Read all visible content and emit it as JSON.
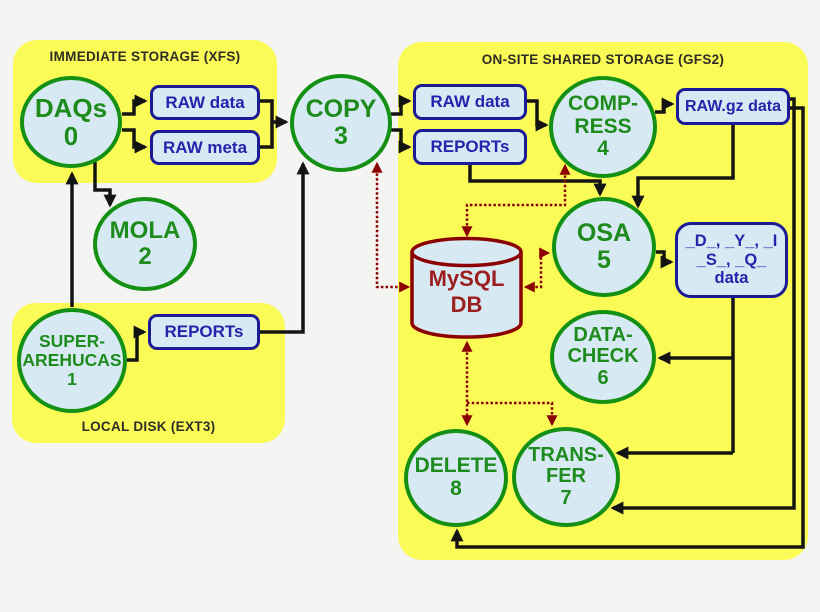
{
  "regions": {
    "immediate": {
      "label": "IMMEDIATE STORAGE (XFS)"
    },
    "local": {
      "label": "LOCAL DISK (EXT3)"
    },
    "onsite": {
      "label": "ON-SITE SHARED STORAGE (GFS2)"
    }
  },
  "nodes": {
    "daqs": {
      "line1": "DAQs",
      "number": "0"
    },
    "superarehucas": {
      "line1": "SUPER-",
      "line2": "AREHUCAS",
      "number": "1"
    },
    "mola": {
      "line1": "MOLA",
      "number": "2"
    },
    "copy": {
      "line1": "COPY",
      "number": "3"
    },
    "compress": {
      "line1": "COMP-",
      "line2": "RESS",
      "number": "4"
    },
    "osa": {
      "line1": "OSA",
      "number": "5"
    },
    "datacheck": {
      "line1": "DATA-",
      "line2": "CHECK",
      "number": "6"
    },
    "transfer": {
      "line1": "TRANS-",
      "line2": "FER",
      "number": "7"
    },
    "delete": {
      "line1": "DELETE",
      "number": "8"
    }
  },
  "boxes": {
    "raw_data_left": {
      "label": "RAW data"
    },
    "raw_meta_left": {
      "label": "RAW meta"
    },
    "reports_left": {
      "label": "REPORTs"
    },
    "raw_data_right": {
      "label": "RAW data"
    },
    "reports_right": {
      "label": "REPORTs"
    },
    "rawgz": {
      "label": "RAW.gz data"
    },
    "dyisq": {
      "line1": "_D_, _Y_, _I",
      "line2": "_S_, _Q_",
      "line3": "data"
    }
  },
  "database": {
    "line1": "MySQL",
    "line2": "DB"
  },
  "connections": [
    {
      "from": "daqs",
      "to": "raw_data_left",
      "style": "black-solid"
    },
    {
      "from": "daqs",
      "to": "raw_meta_left",
      "style": "black-solid"
    },
    {
      "from": "raw_data_left+raw_meta_left",
      "to": "copy",
      "style": "black-solid"
    },
    {
      "from": "daqs",
      "to": "mola",
      "style": "black-solid"
    },
    {
      "from": "superarehucas",
      "to": "daqs",
      "style": "black-solid"
    },
    {
      "from": "superarehucas",
      "to": "reports_left",
      "style": "black-solid"
    },
    {
      "from": "reports_left",
      "to": "copy",
      "style": "black-solid"
    },
    {
      "from": "copy",
      "to": "raw_data_right",
      "style": "black-solid"
    },
    {
      "from": "copy",
      "to": "reports_right",
      "style": "black-solid"
    },
    {
      "from": "raw_data_right",
      "to": "compress",
      "style": "black-solid"
    },
    {
      "from": "compress",
      "to": "rawgz",
      "style": "black-solid"
    },
    {
      "from": "reports_right",
      "to": "osa",
      "style": "black-solid"
    },
    {
      "from": "rawgz",
      "to": "osa",
      "style": "black-solid"
    },
    {
      "from": "osa",
      "to": "dyisq",
      "style": "black-solid"
    },
    {
      "from": "dyisq",
      "to": "datacheck",
      "style": "black-solid"
    },
    {
      "from": "dyisq",
      "to": "transfer",
      "style": "black-solid"
    },
    {
      "from": "rawgz",
      "to": "transfer",
      "style": "black-solid"
    },
    {
      "from": "rawgz",
      "to": "delete",
      "style": "black-solid"
    },
    {
      "from": "copy",
      "to": "mysql_db",
      "style": "red-dashed-bidirectional"
    },
    {
      "from": "compress",
      "to": "mysql_db",
      "style": "red-dashed-bidirectional"
    },
    {
      "from": "osa",
      "to": "mysql_db",
      "style": "red-dashed-bidirectional"
    },
    {
      "from": "delete",
      "to": "mysql_db",
      "style": "red-dashed-bidirectional"
    },
    {
      "from": "mysql_db",
      "to": "transfer",
      "style": "red-dashed"
    }
  ],
  "colors": {
    "background": "#f4f4f2",
    "region_fill": "#fbfb58",
    "node_fill": "#d7e9f2",
    "node_border": "#149114",
    "node_text": "#1d8c1d",
    "box_border": "#1b1b96",
    "box_text": "#2424ac",
    "db_border": "#8b0000",
    "db_text": "#9c1f1f",
    "arrow_black": "#141414",
    "arrow_red": "#8b0000"
  }
}
